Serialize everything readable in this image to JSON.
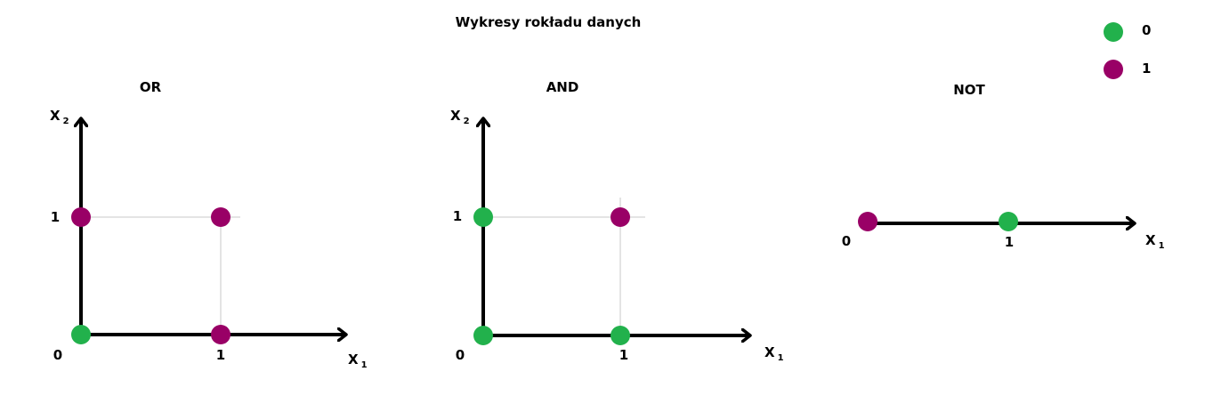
{
  "title": "Wykresy rokładu danych",
  "legend": {
    "items": [
      {
        "label": "0",
        "color": "#22b14c"
      },
      {
        "label": "1",
        "color": "#990066"
      }
    ]
  },
  "colors": {
    "class0": "#22b14c",
    "class1": "#990066",
    "axis": "#000000",
    "grid": "#c8c8c8"
  },
  "chart_data": [
    {
      "type": "scatter",
      "title": "OR",
      "xlabel": "X",
      "xlabel_sub": "1",
      "ylabel": "X",
      "ylabel_sub": "2",
      "ticks": {
        "origin": "0",
        "x": "1",
        "y": "1"
      },
      "points": [
        {
          "x": 0,
          "y": 0,
          "class": 0
        },
        {
          "x": 1,
          "y": 0,
          "class": 1
        },
        {
          "x": 0,
          "y": 1,
          "class": 1
        },
        {
          "x": 1,
          "y": 1,
          "class": 1
        }
      ]
    },
    {
      "type": "scatter",
      "title": "AND",
      "xlabel": "X",
      "xlabel_sub": "1",
      "ylabel": "X",
      "ylabel_sub": "2",
      "ticks": {
        "origin": "0",
        "x": "1",
        "y": "1"
      },
      "points": [
        {
          "x": 0,
          "y": 0,
          "class": 0
        },
        {
          "x": 1,
          "y": 0,
          "class": 0
        },
        {
          "x": 0,
          "y": 1,
          "class": 0
        },
        {
          "x": 1,
          "y": 1,
          "class": 1
        }
      ]
    },
    {
      "type": "scatter",
      "title": "NOT",
      "xlabel": "X",
      "xlabel_sub": "1",
      "ticks": {
        "origin": "0",
        "x": "1"
      },
      "points": [
        {
          "x": 0,
          "class": 1
        },
        {
          "x": 1,
          "class": 0
        }
      ]
    }
  ]
}
